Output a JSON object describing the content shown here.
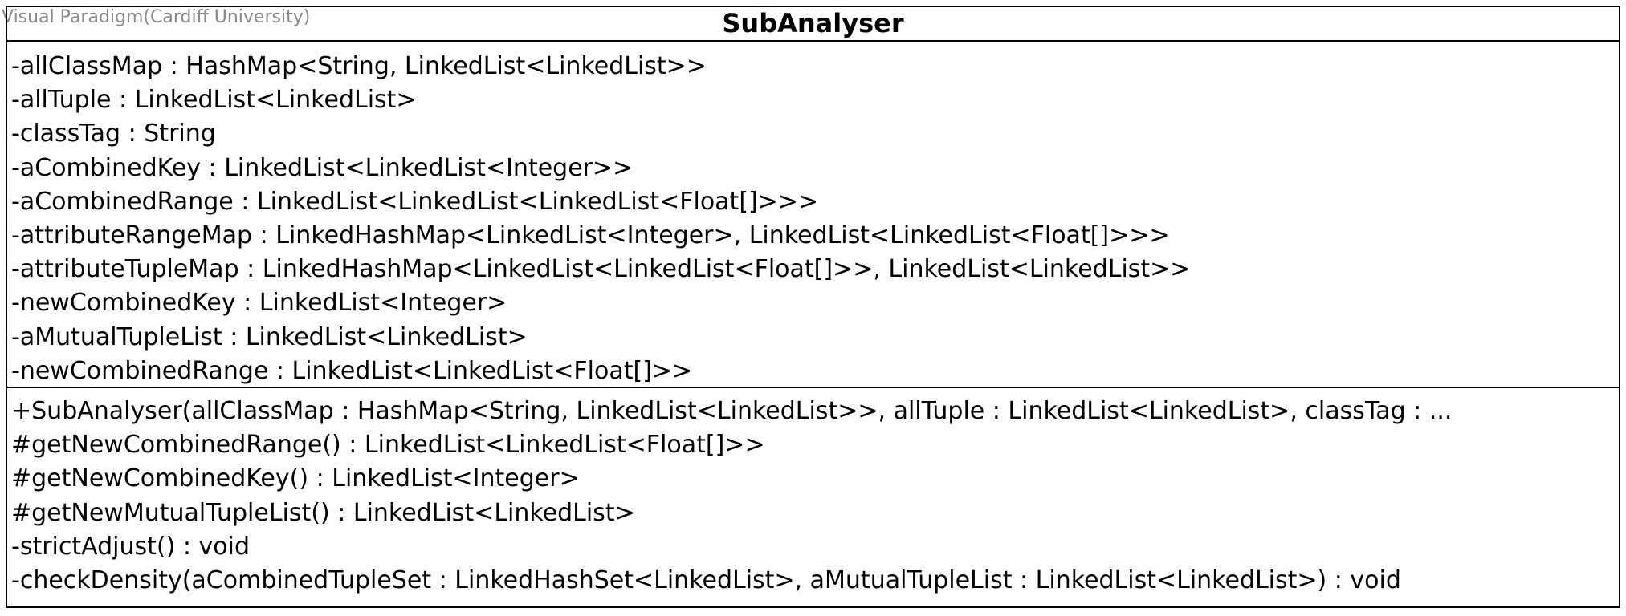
{
  "watermark": "Visual Paradigm(Cardiff University)",
  "class": {
    "name": "SubAnalyser",
    "attributes": [
      "-allClassMap : HashMap<String, LinkedList<LinkedList>>",
      "-allTuple : LinkedList<LinkedList>",
      "-classTag : String",
      "-aCombinedKey : LinkedList<LinkedList<Integer>>",
      "-aCombinedRange : LinkedList<LinkedList<LinkedList<Float[]>>>",
      "-attributeRangeMap : LinkedHashMap<LinkedList<Integer>, LinkedList<LinkedList<Float[]>>>",
      "-attributeTupleMap : LinkedHashMap<LinkedList<LinkedList<Float[]>>, LinkedList<LinkedList>>",
      "-newCombinedKey : LinkedList<Integer>",
      "-aMutualTupleList : LinkedList<LinkedList>",
      "-newCombinedRange : LinkedList<LinkedList<Float[]>>"
    ],
    "operations": [
      "+SubAnalyser(allClassMap : HashMap<String, LinkedList<LinkedList>>, allTuple : LinkedList<LinkedList>, classTag : ...",
      "#getNewCombinedRange() : LinkedList<LinkedList<Float[]>>",
      "#getNewCombinedKey() : LinkedList<Integer>",
      "#getNewMutualTupleList() : LinkedList<LinkedList>",
      "-strictAdjust() : void",
      "-checkDensity(aCombinedTupleSet : LinkedHashSet<LinkedList>, aMutualTupleList : LinkedList<LinkedList>) : void"
    ]
  }
}
